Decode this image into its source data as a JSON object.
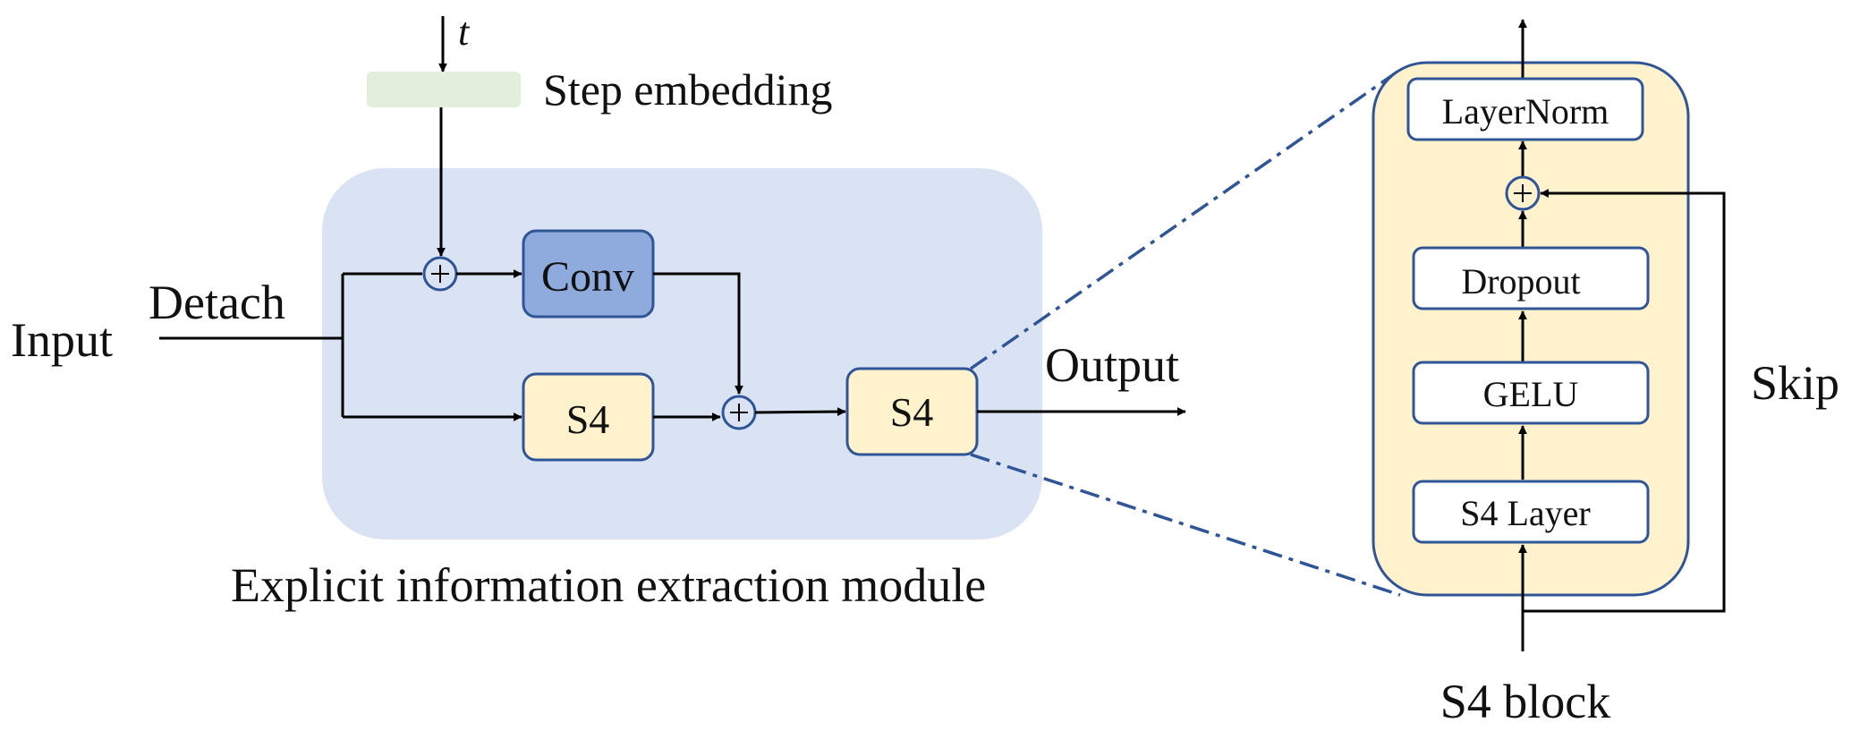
{
  "labels": {
    "t": "t",
    "step_embedding": "Step embedding",
    "input": "Input",
    "detach": "Detach",
    "output": "Output",
    "module_caption": "Explicit information extraction module",
    "skip": "Skip",
    "s4_block_caption": "S4 block"
  },
  "blocks": {
    "conv": "Conv",
    "s4_lower": "S4",
    "s4_main": "S4",
    "layernorm": "LayerNorm",
    "dropout": "Dropout",
    "gelu": "GELU",
    "s4_layer": "S4 Layer"
  },
  "colors": {
    "module_bg": "#dae3f3",
    "conv_fill": "#8faadc",
    "s4_fill": "#fff2cc",
    "block_border": "#2f5597",
    "step_embedding_fill": "#e2efda",
    "dash_line": "#2f5597",
    "arrow": "#000000"
  },
  "icons": [
    "plus-circle-icon",
    "arrow-head-icon"
  ]
}
